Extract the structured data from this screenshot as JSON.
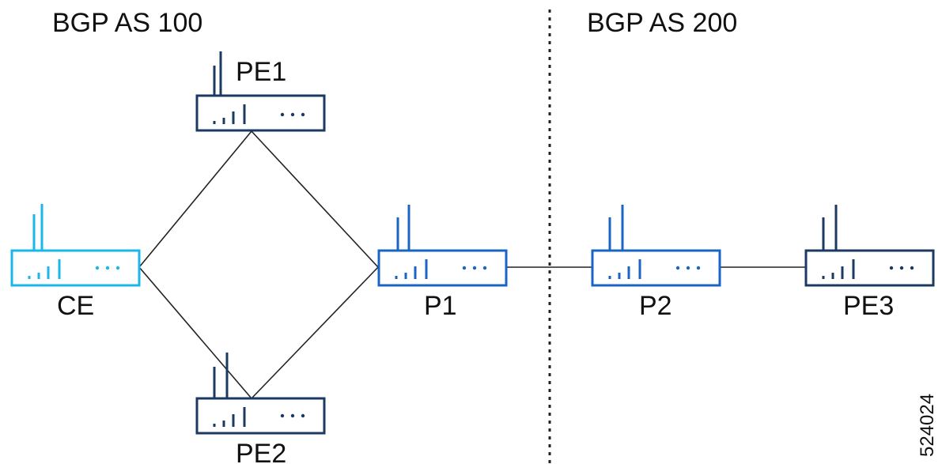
{
  "zones": [
    {
      "id": "as100",
      "label": "BGP AS 100"
    },
    {
      "id": "as200",
      "label": "BGP AS 200"
    }
  ],
  "routers": [
    {
      "id": "PE1",
      "label": "PE1",
      "color": "#1b3a63"
    },
    {
      "id": "CE",
      "label": "CE",
      "color": "#1ab7ea"
    },
    {
      "id": "PE2",
      "label": "PE2",
      "color": "#1b3a63"
    },
    {
      "id": "P1",
      "label": "P1",
      "color": "#1a64c8"
    },
    {
      "id": "P2",
      "label": "P2",
      "color": "#1a64c8"
    },
    {
      "id": "PE3",
      "label": "PE3",
      "color": "#1b3a63"
    }
  ],
  "links": [
    {
      "from": "CE",
      "to": "PE1"
    },
    {
      "from": "CE",
      "to": "PE2"
    },
    {
      "from": "PE1",
      "to": "P1"
    },
    {
      "from": "PE2",
      "to": "P1"
    },
    {
      "from": "P1",
      "to": "P2"
    },
    {
      "from": "P2",
      "to": "PE3"
    }
  ],
  "figure_id": "524024",
  "line_color": "#222222",
  "divider_color": "#222222"
}
